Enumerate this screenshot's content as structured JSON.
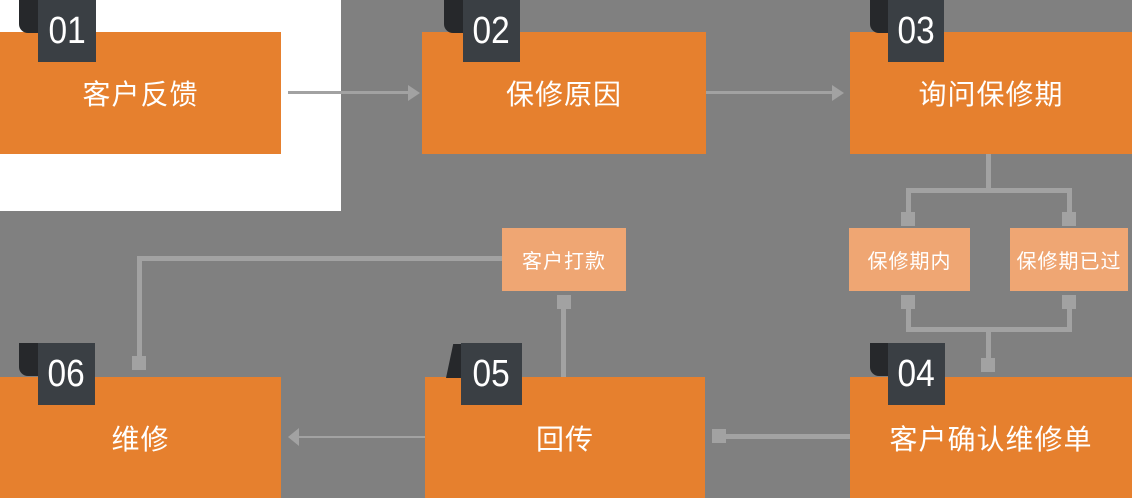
{
  "colors": {
    "background_gray": "#808080",
    "white_patch": "#ffffff",
    "step_orange": "#e6802e",
    "sub_light_orange": "#efa673",
    "badge_dark": "#3a3f44",
    "badge_tab_dark": "#26282b",
    "connector_gray": "#a2a2a2",
    "text_white": "#ffffff"
  },
  "steps": [
    {
      "number": "01",
      "label": "客户反馈"
    },
    {
      "number": "02",
      "label": "保修原因"
    },
    {
      "number": "03",
      "label": "询问保修期"
    },
    {
      "number": "04",
      "label": "客户确认维修单"
    },
    {
      "number": "05",
      "label": "回传"
    },
    {
      "number": "06",
      "label": "维修"
    }
  ],
  "sub_boxes": {
    "payment": "客户打款",
    "in_warranty": "保修期内",
    "expired": "保修期已过"
  },
  "edges": [
    {
      "from": "客户反馈",
      "to": "保修原因",
      "style": "thin-arrow-right"
    },
    {
      "from": "保修原因",
      "to": "询问保修期",
      "style": "thin-arrow-right"
    },
    {
      "from": "询问保修期",
      "to": "保修期内",
      "style": "thick-square-cap"
    },
    {
      "from": "询问保修期",
      "to": "保修期已过",
      "style": "thick-square-cap"
    },
    {
      "from": "保修期内",
      "to": "客户确认维修单",
      "style": "thick-square-cap"
    },
    {
      "from": "保修期已过",
      "to": "客户确认维修单",
      "style": "thick-square-cap"
    },
    {
      "from": "客户确认维修单",
      "to": "回传",
      "style": "thick-square-cap"
    },
    {
      "from": "客户打款",
      "to": "回传",
      "style": "thick-square-cap"
    },
    {
      "from": "客户打款",
      "to": "维修",
      "style": "thick-square-cap"
    },
    {
      "from": "回传",
      "to": "维修",
      "style": "thin-arrow-left"
    }
  ]
}
